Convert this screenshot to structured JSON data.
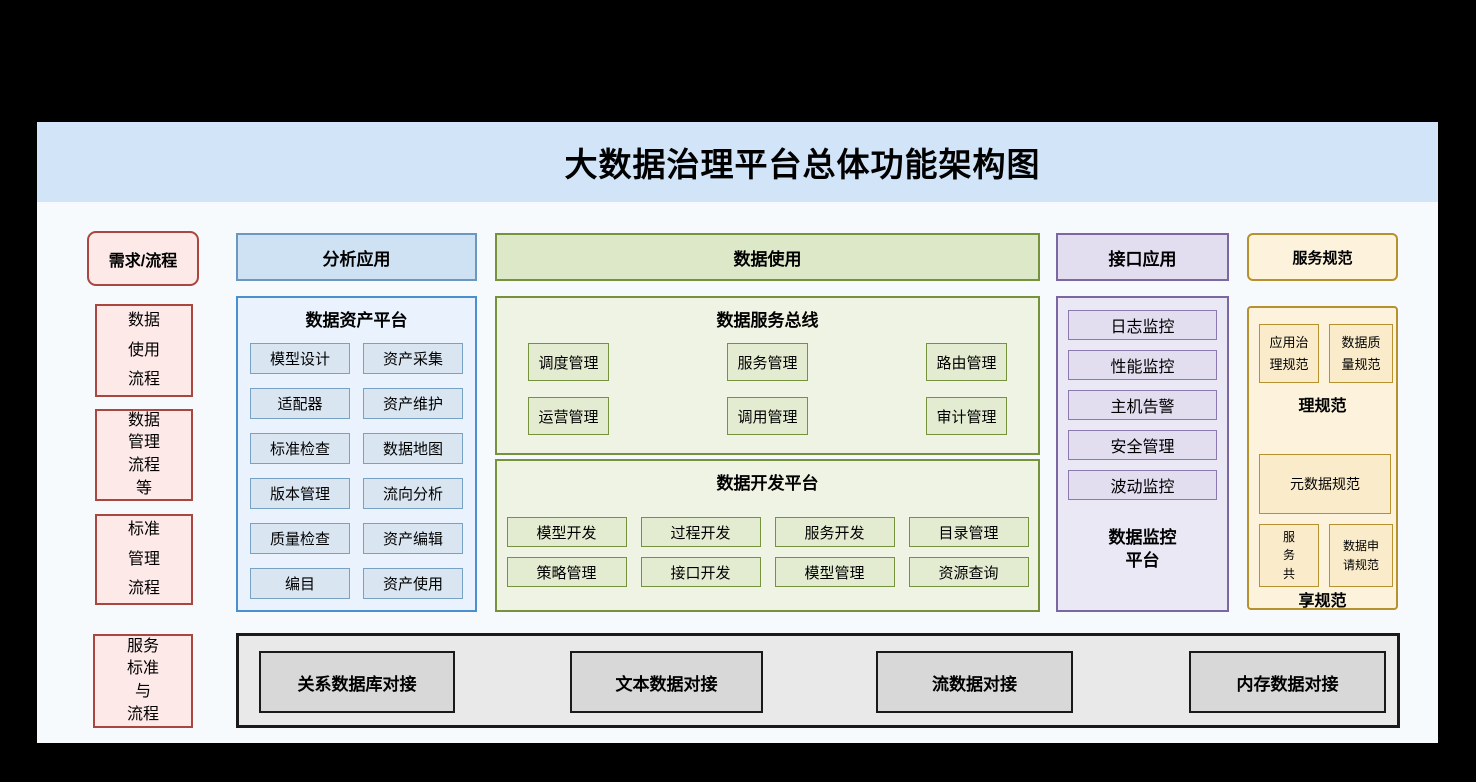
{
  "title": "大数据治理平台总体功能架构图",
  "colors": {
    "band_blue": "#d2e4f8",
    "canvas": "#f7fafd",
    "pink_fill": "#fce9e8",
    "pink_border": "#a8463f",
    "blue_header_fill": "#cfe2f4",
    "blue_header_border": "#6a98c0",
    "blue_panel_fill": "#eaf3fd",
    "blue_panel_border": "#4a90d0",
    "blue_item_fill": "#d9e5f1",
    "green_fill": "#eff3e3",
    "green_border": "#76923d",
    "green_header_fill": "#dce8c8",
    "green_item_fill": "#e3ecd1",
    "purple_fill": "#ebe8f5",
    "purple_border": "#7b68a3",
    "purple_item_fill": "#e2ddef",
    "cream_fill": "#fdf3dc",
    "cream_border": "#b8912f",
    "cream_item_fill": "#faeccb",
    "gray_fill": "#e9e9e9",
    "gray_item_fill": "#d8d8d8",
    "gray_border": "#1a1a1a"
  },
  "left_flow": {
    "requirement": "需求/流程",
    "boxes": [
      "数据\n使用\n流程",
      "数据\n管理\n流程\n等",
      "标准\n管理\n流程",
      "服务\n标准\n与\n流程"
    ]
  },
  "analysis": {
    "header": "分析应用",
    "asset_platform": {
      "title": "数据资产平台",
      "items": [
        "模型设计",
        "资产采集",
        "适配器",
        "资产维护",
        "标准检查",
        "数据地图",
        "版本管理",
        "流向分析",
        "质量检查",
        "资产编辑",
        "编目",
        "资产使用"
      ]
    }
  },
  "data_usage": {
    "header": "数据使用",
    "service_bus": {
      "title": "数据服务总线",
      "items": [
        "调度管理",
        "服务管理",
        "路由管理",
        "运营管理",
        "调用管理",
        "审计管理"
      ]
    },
    "dev_platform": {
      "title": "数据开发平台",
      "items": [
        "模型开发",
        "过程开发",
        "服务开发",
        "目录管理",
        "策略管理",
        "接口开发",
        "模型管理",
        "资源查询"
      ]
    }
  },
  "interface_app": {
    "header": "接口应用",
    "monitor_platform": {
      "items": [
        "日志监控",
        "性能监控",
        "主机告警",
        "安全管理",
        "波动监控"
      ],
      "label": "数据监控\n平台"
    }
  },
  "service_spec": {
    "header": "服务规范",
    "app_governance": "应用治\n理规范",
    "data_quality": "数据质\n量规范",
    "governance_label": "理规范",
    "metadata": "元数据规范",
    "service_sharing": "服\n务\n共",
    "data_request": "数据申\n请规范",
    "sharing_label": "享规范"
  },
  "data_access": {
    "items": [
      "关系数据库对接",
      "文本数据对接",
      "流数据对接",
      "内存数据对接"
    ]
  }
}
